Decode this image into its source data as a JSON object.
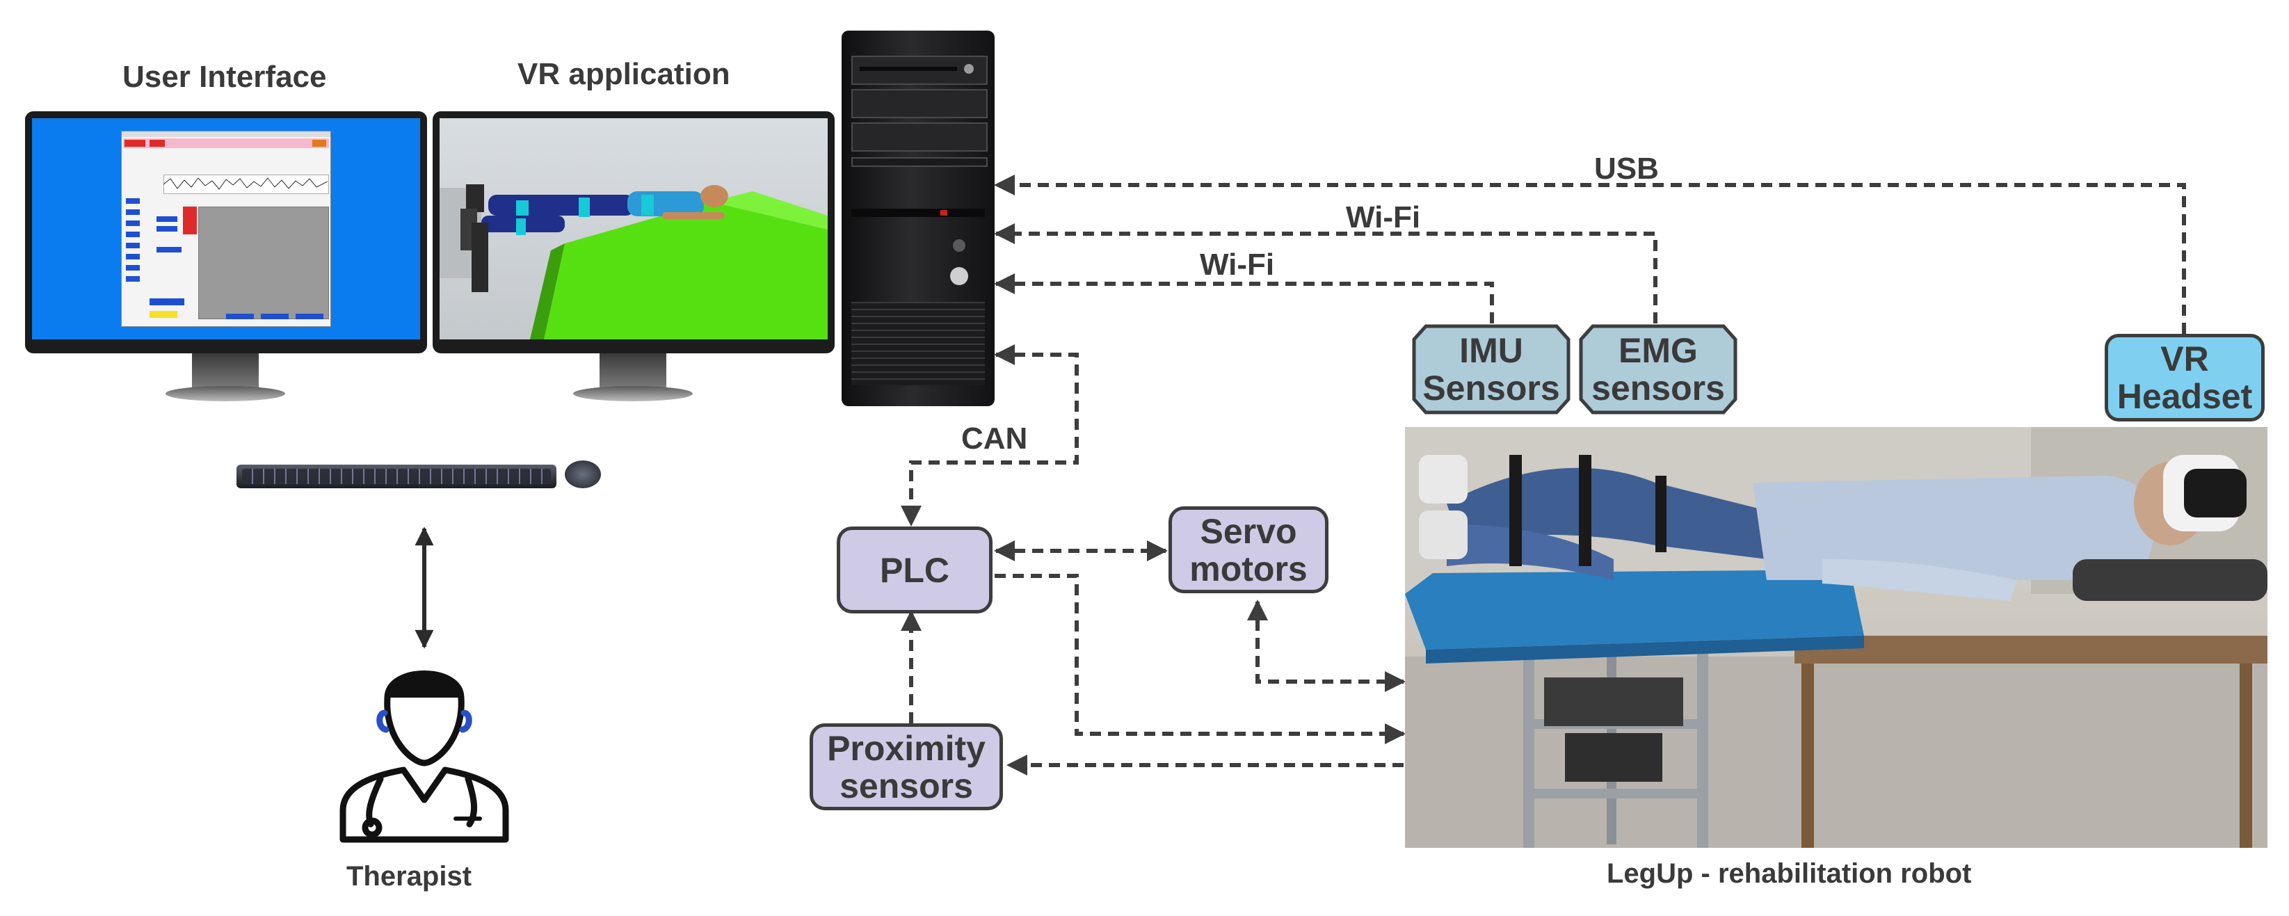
{
  "labels": {
    "user_interface": "User Interface",
    "vr_application": "VR application",
    "therapist": "Therapist",
    "robot_caption": "LegUp - rehabilitation robot"
  },
  "connections": {
    "usb": "USB",
    "wifi_emg": "Wi-Fi",
    "wifi_imu": "Wi-Fi",
    "can": "CAN"
  },
  "nodes": {
    "imu": [
      "IMU",
      "Sensors"
    ],
    "emg": [
      "EMG",
      "sensors"
    ],
    "vr_headset": [
      "VR",
      "Headset"
    ],
    "plc": "PLC",
    "servo": [
      "Servo",
      "motors"
    ],
    "proximity": [
      "Proximity",
      "sensors"
    ]
  },
  "colors": {
    "purple_node": "#cfcbe6",
    "sensor_node": "#aecbd8",
    "headset_node": "#7fd0f0",
    "monitor_screen": "#0a7cf0",
    "arrow": "#3d3d3d"
  }
}
